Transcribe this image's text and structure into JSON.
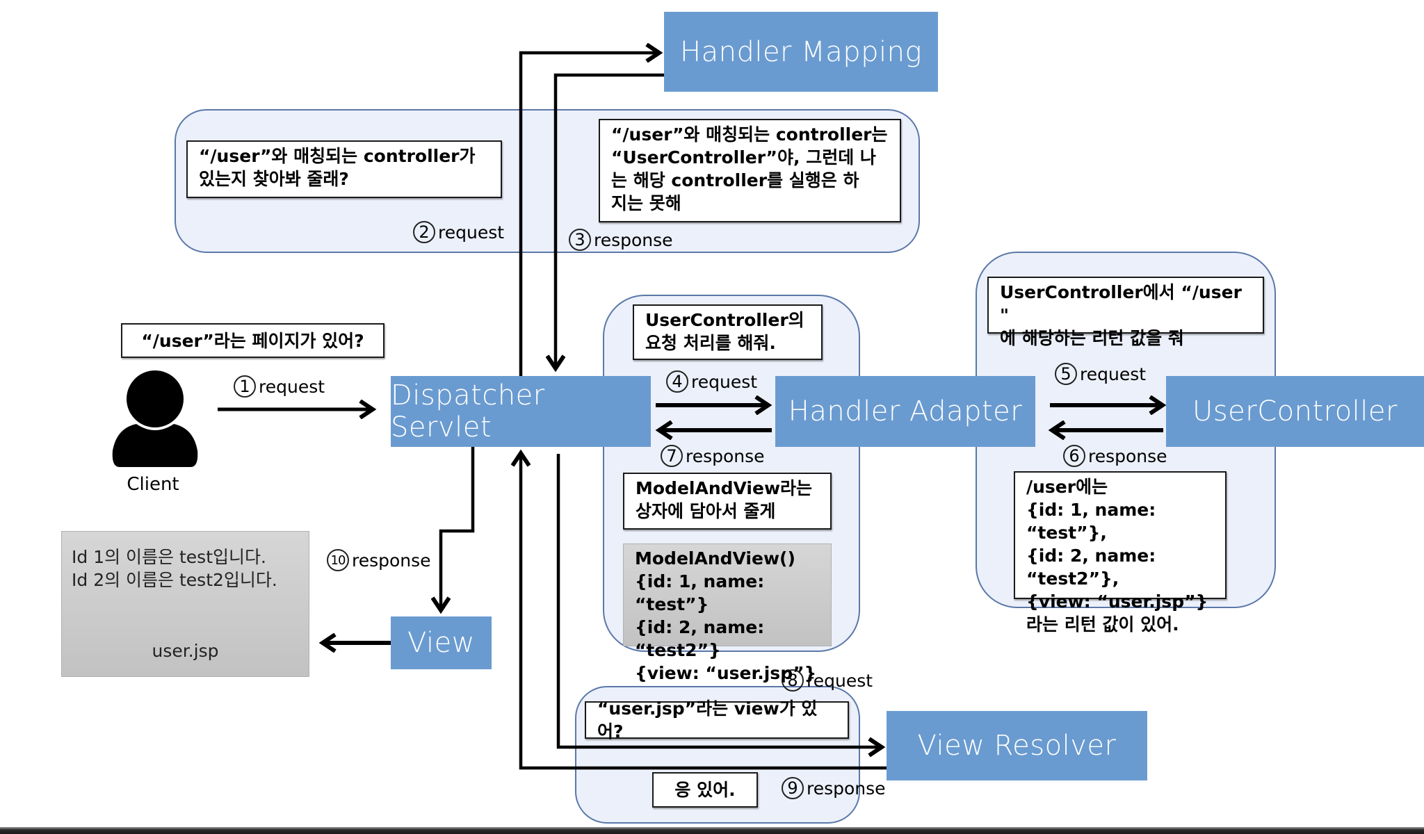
{
  "components": {
    "handler_mapping": "Handler Mapping",
    "dispatcher_servlet": "Dispatcher Servlet",
    "handler_adapter": "Handler Adapter",
    "user_controller": "UserController",
    "view": "View",
    "view_resolver": "View Resolver"
  },
  "client": {
    "icon": "person-icon",
    "label": "Client",
    "note": "“/user”라는 페이지가 있어?"
  },
  "notes": {
    "handler_mapping_request": "“/user”와 매칭되는 controller가\n있는지 찾아봐 줄래?",
    "handler_mapping_response": "“/user”와 매칭되는 controller는\n“UserController”야, 그런데 나\n는 해당 controller를 실행은 하\n지는 못해",
    "adapter_request": "UserController의\n요청 처리를 해줘.",
    "adapter_response": "ModelAndView라는\n상자에 담아서 줄게",
    "controller_request": "UserController에서 “/user \"\n에 해당하는 리턴 값을 줘",
    "controller_response": "/user에는\n{id: 1, name: “test”},\n{id: 2, name: “test2”},\n{view: “user.jsp”}\n라는 리턴 값이 있어.",
    "resolver_request": "“user.jsp”라는 view가 있어?",
    "resolver_response": "응 있어."
  },
  "model_and_view_box": "ModelAndView()\n{id: 1, name: “test”}\n{id: 2, name: “test2”}\n{view: “user.jsp”}",
  "rendered_page": {
    "lines": "Id 1의 이름은 test입니다.\nId 2의 이름은 test2입니다.",
    "filename": "user.jsp"
  },
  "steps": [
    {
      "num": "1",
      "label": "request"
    },
    {
      "num": "2",
      "label": "request"
    },
    {
      "num": "3",
      "label": "response"
    },
    {
      "num": "4",
      "label": "request"
    },
    {
      "num": "5",
      "label": "request"
    },
    {
      "num": "6",
      "label": "response"
    },
    {
      "num": "7",
      "label": "response"
    },
    {
      "num": "8",
      "label": "request"
    },
    {
      "num": "9",
      "label": "response"
    },
    {
      "num": "10",
      "label": "response"
    }
  ]
}
